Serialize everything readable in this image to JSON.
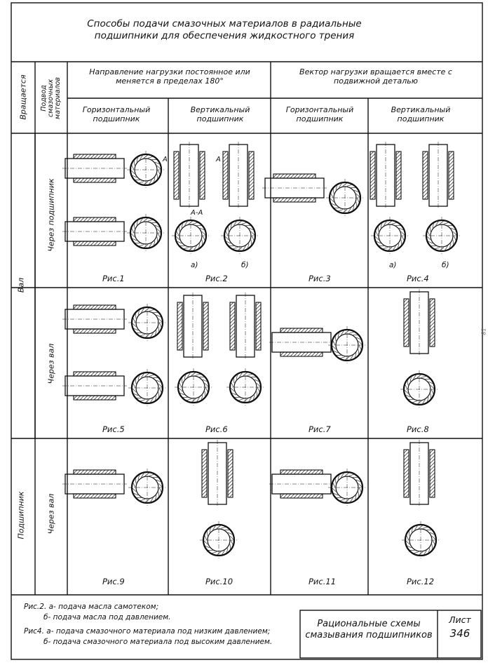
{
  "title": "Способы подачи смазочных материалов в радиальные подшипники для обеспечения жидкостного трения",
  "header": {
    "rotates": "Вращается",
    "lubricant_supply": "Подвод смазочных материалов",
    "load_constant": "Направление нагрузки постоянное или меняется в пределах 180°",
    "load_rotating": "Вектор нагрузки вращается вместе с подвижной деталью",
    "horizontal_bearing": "Горизонтальный подшипник",
    "vertical_bearing": "Вертикальный подшипник"
  },
  "rows": {
    "shaft": "Вал",
    "bearing": "Подшипник",
    "through_bearing": "Через подшипник",
    "through_shaft": "Через вал"
  },
  "figures": [
    "Рис.1",
    "Рис.2",
    "Рис.3",
    "Рис.4",
    "Рис.5",
    "Рис.6",
    "Рис.7",
    "Рис.8",
    "Рис.9",
    "Рис.10",
    "Рис.11",
    "Рис.12"
  ],
  "sublabels": {
    "a": "а)",
    "b": "б)",
    "section": "А-А",
    "A": "А"
  },
  "notes": {
    "fig2_a": "Рис.2. а- подача масла самотеком;",
    "fig2_b": "б- подача масла под давлением.",
    "fig4_a": "Рис4. а- подача смазочного материала под низким давлением;",
    "fig4_b": "б- подача смазочного материала под высоким давлением."
  },
  "stamp": {
    "name": "Рациональные схемы смазывания подшипников",
    "sheet_label": "Лист",
    "sheet_number": "346"
  },
  "edge_mark": "81"
}
